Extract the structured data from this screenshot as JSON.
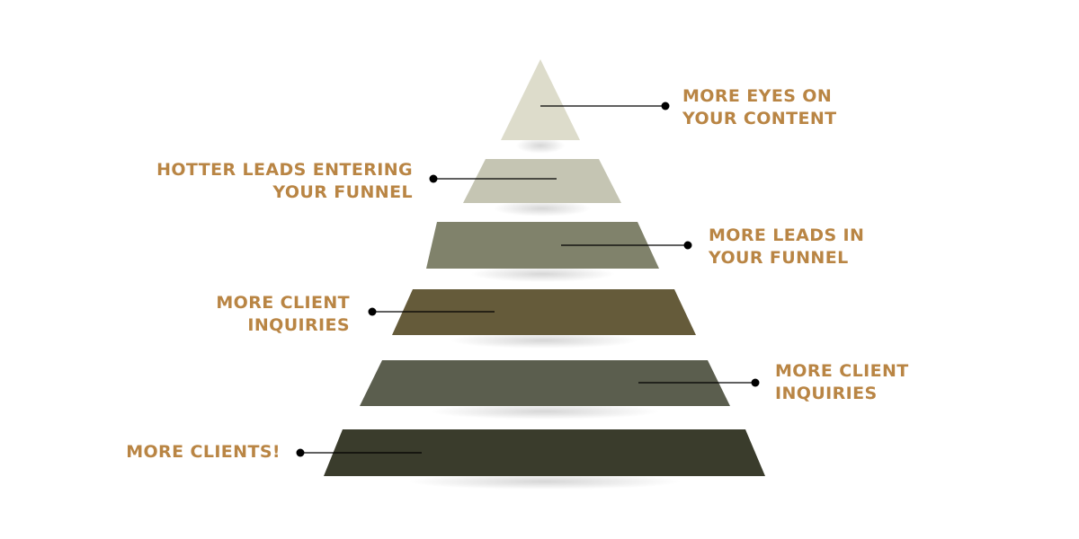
{
  "diagram": {
    "tiers": [
      {
        "fill": "#dddccb",
        "label_side": "right",
        "lines": [
          "MORE EYES ON",
          "YOUR CONTENT"
        ]
      },
      {
        "fill": "#c5c5b3",
        "label_side": "left",
        "lines": [
          "HOTTER LEADS ENTERING",
          "YOUR FUNNEL"
        ]
      },
      {
        "fill": "#80826b",
        "label_side": "right",
        "lines": [
          "MORE LEADS IN",
          "YOUR FUNNEL"
        ]
      },
      {
        "fill": "#655b3a",
        "label_side": "left",
        "lines": [
          "MORE CLIENT",
          "INQUIRIES"
        ]
      },
      {
        "fill": "#5b5e4e",
        "label_side": "right",
        "lines": [
          "MORE CLIENT",
          "INQUIRIES"
        ]
      },
      {
        "fill": "#3a3c2c",
        "label_side": "left",
        "lines": [
          "MORE CLIENTS!"
        ]
      }
    ]
  },
  "colors": {
    "label_text": "#b98544",
    "connector": "#000000",
    "background": "#ffffff"
  }
}
